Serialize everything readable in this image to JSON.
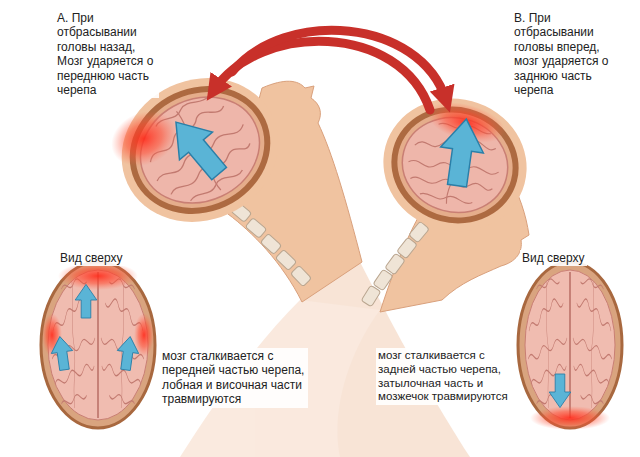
{
  "diagram": {
    "labels": [
      "А. При отбрасывании головы назад, Мозг ударяется о переднюю часть черепа",
      "В. При отбрасывании головы вперед, мозг ударяется о заднюю часть черепа",
      "Вид сверху",
      "Вид сверху",
      "мозг сталкивается с передней частью черепа, лобная и височная части травмируются",
      "мозг сталкивается с задней частью черепа, затылочная часть и мозжечок травмируются"
    ]
  }
}
